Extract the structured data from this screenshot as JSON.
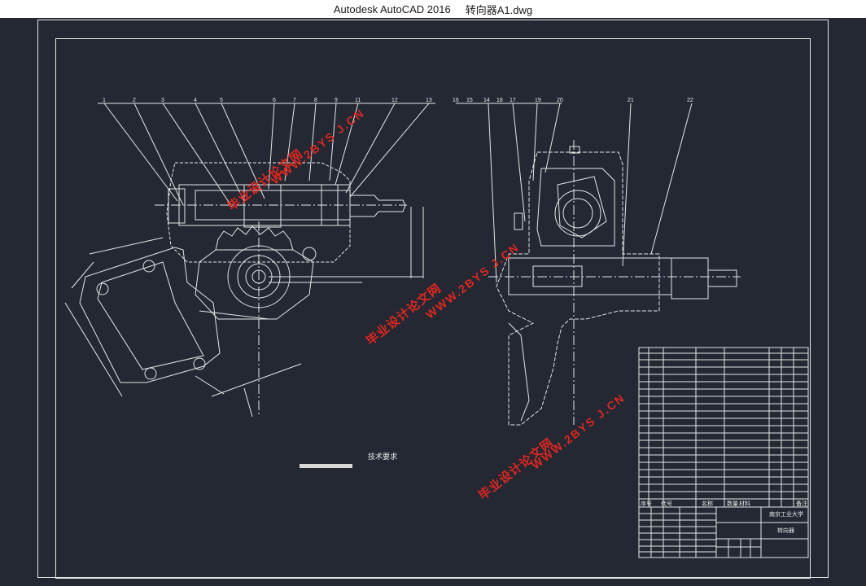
{
  "window": {
    "app_title": "Autodesk AutoCAD 2016",
    "file_name": "转向器A1.dwg"
  },
  "drawing": {
    "tech_requirements_title": "技术要求",
    "watermark_url": "WWW.2BYS J.CN",
    "watermark_cn": "毕业设计论文网",
    "left_leaders": [
      "1",
      "2",
      "3",
      "4",
      "5",
      "6",
      "7",
      "8",
      "9",
      "11",
      "12",
      "13"
    ],
    "right_leaders": [
      "16",
      "15",
      "14",
      "18",
      "17",
      "19",
      "20",
      "21",
      "22"
    ],
    "bom_header": {
      "no": "序号",
      "code": "代号",
      "name": "名称",
      "qty": "数量",
      "material": "材料",
      "note": "备注"
    },
    "title_block": {
      "school": "南京工业大学",
      "drawing_name": "转向器"
    }
  },
  "colors": {
    "background": "#232833",
    "line": "#e6e6e6",
    "watermark": "#e0261e"
  }
}
